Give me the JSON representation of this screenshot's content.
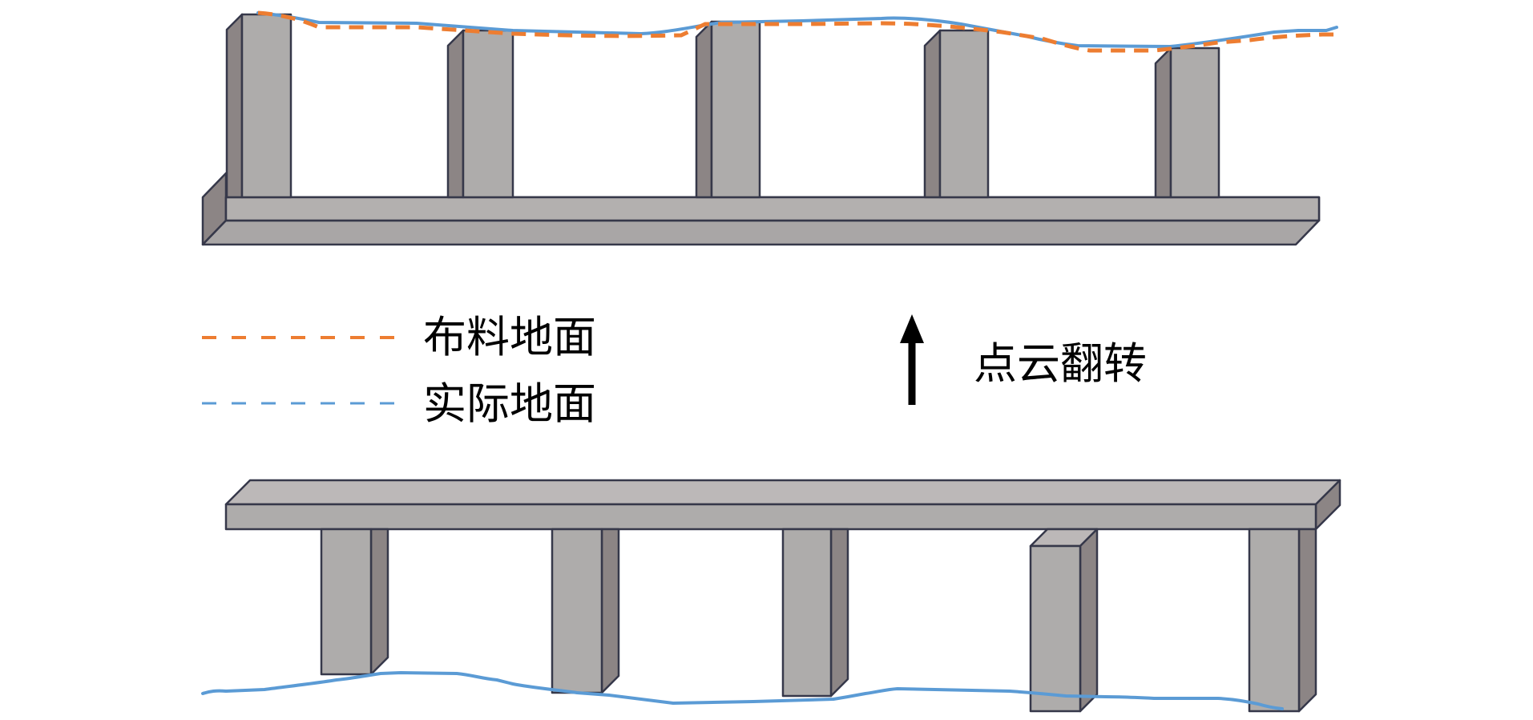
{
  "legend": {
    "cloth_ground_label": "布料地面",
    "actual_ground_label": "实际地面"
  },
  "arrow": {
    "label": "点云翻转"
  },
  "colors": {
    "cloth_ground": "#ed7d31",
    "actual_ground": "#5b9bd5",
    "front_face": "#aeacab",
    "side_face": "#8c8585",
    "top_face": "#bcb8b8",
    "outline": "#36384a",
    "arrow": "#000000"
  }
}
